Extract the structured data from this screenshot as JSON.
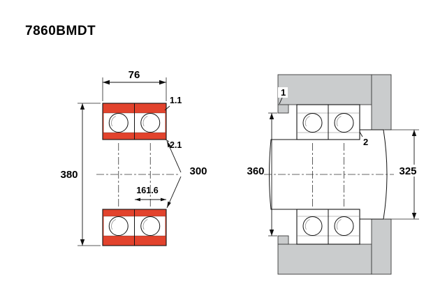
{
  "title": "7860BMDT",
  "colors": {
    "ring_red": "#e2432d",
    "housing_gray": "#cacccd",
    "line_black": "#1a1a1a"
  },
  "left_view": {
    "dims": {
      "width": "76",
      "outer_chamfer": "1.1",
      "inner_chamfer": "2.1",
      "outer_diameter": "380",
      "bore_diameter": "300",
      "load_center_offset": "161.6"
    }
  },
  "right_view": {
    "callouts": {
      "one": "1",
      "two": "2"
    },
    "dims": {
      "housing_abutment_diameter": "360",
      "shaft_abutment_diameter": "325"
    }
  }
}
